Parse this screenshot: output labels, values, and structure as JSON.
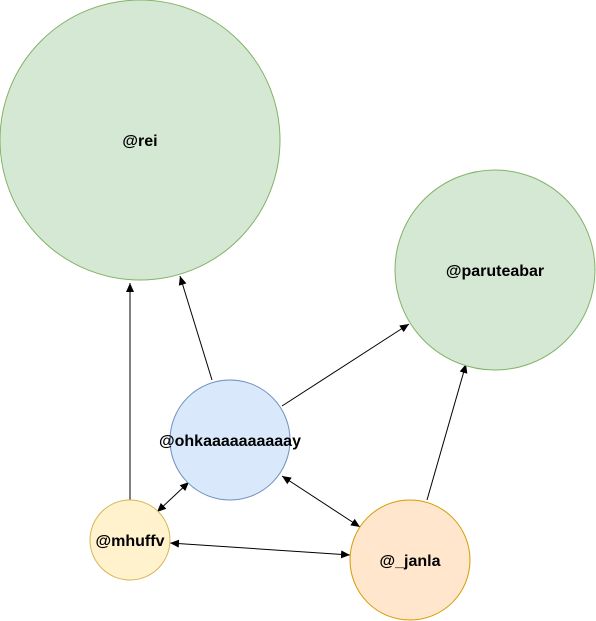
{
  "nodes": {
    "rei": {
      "label": "@rei",
      "fill": "#d5e8d4",
      "stroke": "#82b366"
    },
    "paruteabar": {
      "label": "@paruteabar",
      "fill": "#d5e8d4",
      "stroke": "#82b366"
    },
    "ohka": {
      "label": "@ohkaaaaaaaaaay",
      "fill": "#dae8fc",
      "stroke": "#6c8ebf"
    },
    "mhuffv": {
      "label": "@mhuffv",
      "fill": "#fff2cc",
      "stroke": "#d6b656"
    },
    "janla": {
      "label": "@_janla",
      "fill": "#ffe6cc",
      "stroke": "#d79b00"
    }
  },
  "edges": [
    {
      "from": "@ohkaaaaaaaaaay",
      "to": "@rei",
      "direction": "one-way"
    },
    {
      "from": "@mhuffv",
      "to": "@rei",
      "direction": "one-way"
    },
    {
      "from": "@ohkaaaaaaaaaay",
      "to": "@paruteabar",
      "direction": "one-way"
    },
    {
      "from": "@_janla",
      "to": "@paruteabar",
      "direction": "one-way"
    },
    {
      "from": "@mhuffv",
      "to": "@ohkaaaaaaaaaay",
      "direction": "two-way"
    },
    {
      "from": "@ohkaaaaaaaaaay",
      "to": "@_janla",
      "direction": "two-way"
    },
    {
      "from": "@mhuffv",
      "to": "@_janla",
      "direction": "two-way"
    }
  ]
}
